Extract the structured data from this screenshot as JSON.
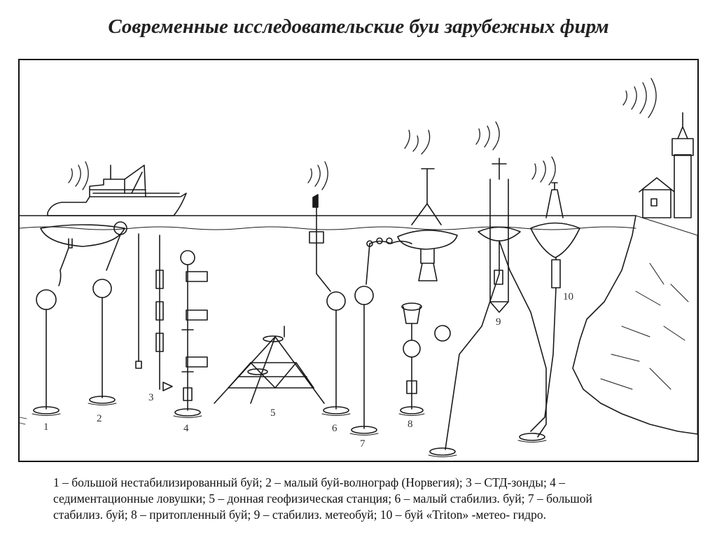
{
  "title": "Современные исследовательские буи зарубежных фирм",
  "diagram": {
    "labels": [
      "1",
      "2",
      "3",
      "4",
      "5",
      "6",
      "7",
      "8",
      "9",
      "10"
    ]
  },
  "caption": {
    "line1": "1 – большой нестабилизированный буй; 2 – малый буй-волнограф (Норвегия); 3 – СТД-зонды; 4 –",
    "line2": "седиментационные ловушки; 5 – донная геофизическая станция; 6 – малый стабилиз. буй; 7 – большой",
    "line3": "стабилиз. буй; 8 – притопленный буй; 9 – стабилиз. метеобуй; 10 – буй «Triton» -метео- гидро."
  }
}
